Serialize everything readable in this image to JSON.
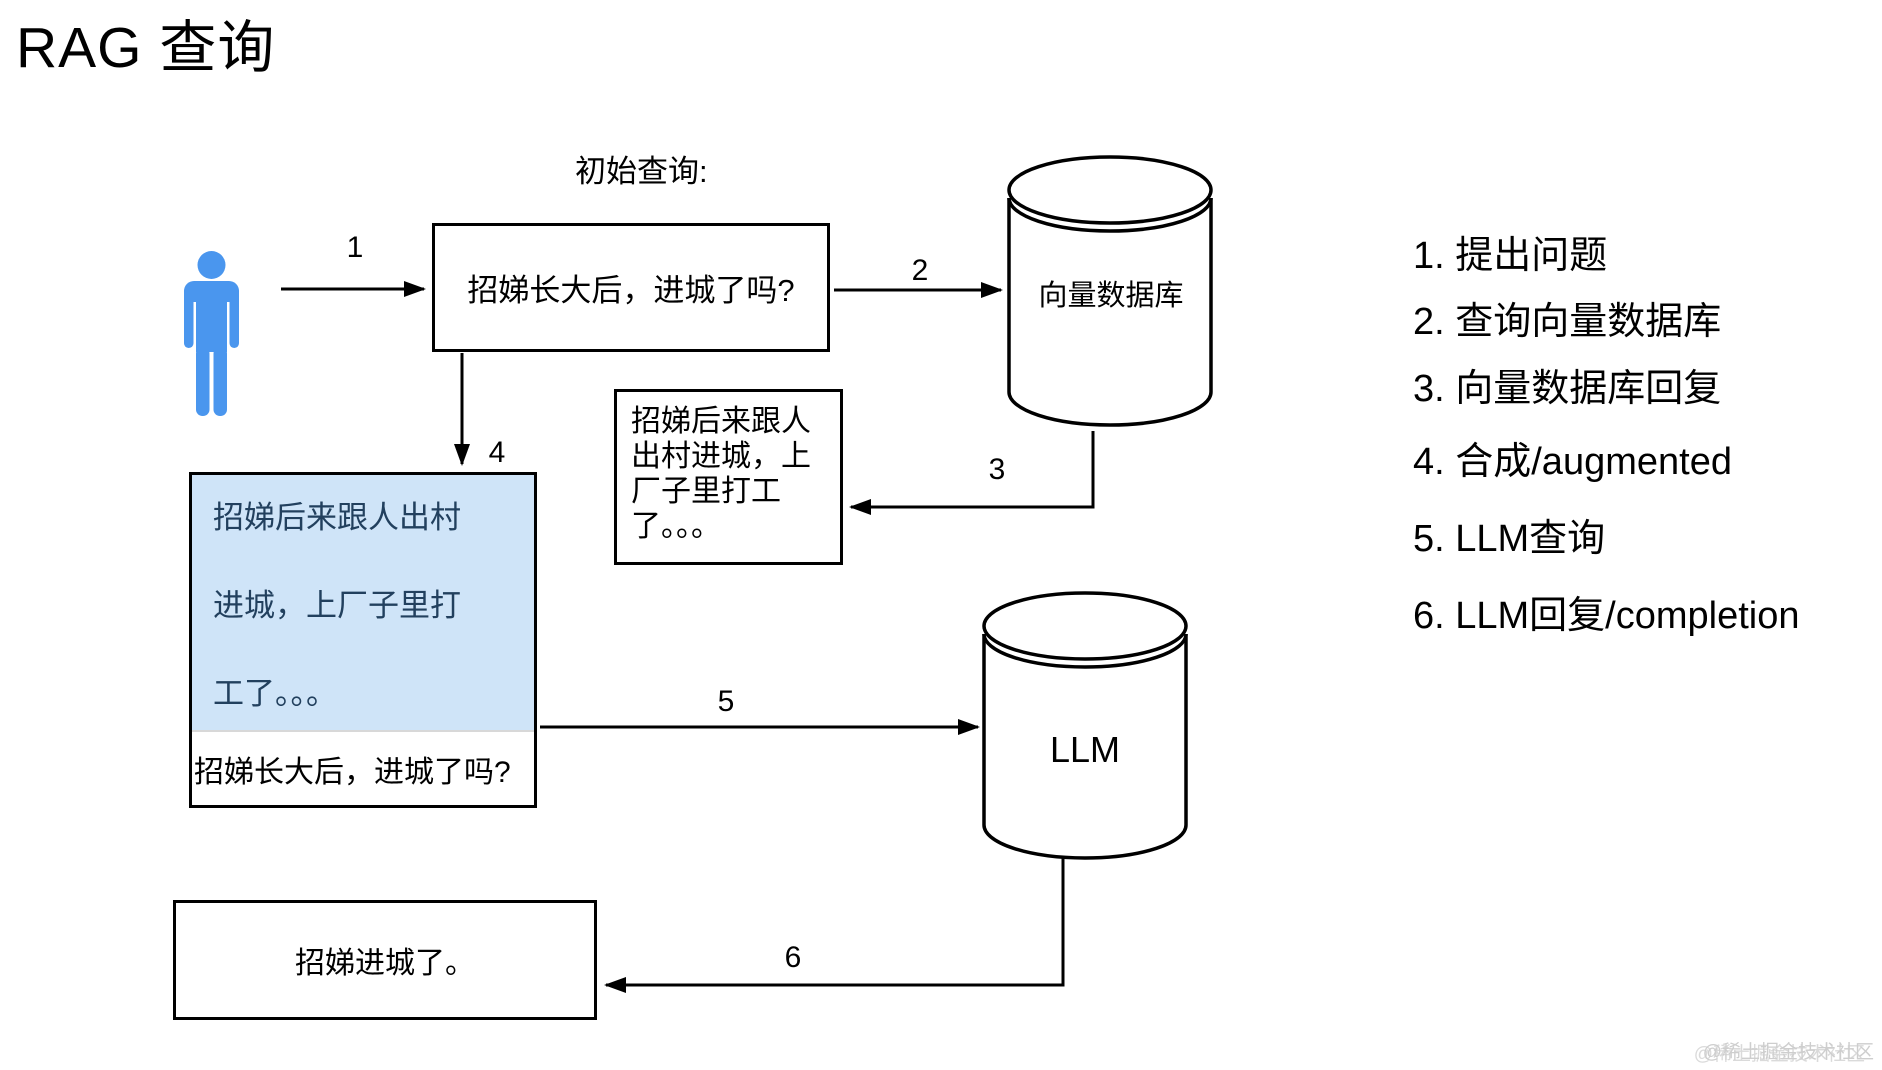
{
  "title": "RAG 查询",
  "diagram": {
    "initial_query_label": "初始查询:",
    "step_labels": [
      "1",
      "2",
      "3",
      "4",
      "5",
      "6"
    ],
    "query_box": {
      "text": "招娣长大后，进城了吗?"
    },
    "vector_db_label": "向量数据库",
    "retrieved_box_lines": [
      "招娣后来跟人",
      "出村进城，上",
      "厂子里打工",
      "了。。。"
    ],
    "augmented_box": {
      "context_lines": [
        "招娣后来跟人出村",
        "进城，上厂子里打",
        "工了。。。"
      ],
      "question": "招娣长大后，进城了吗?"
    },
    "llm_label": "LLM",
    "result_box": {
      "text": "招娣进城了。"
    }
  },
  "legend": {
    "items": [
      "1. 提出问题",
      "2. 查询向量数据库",
      "3. 向量数据库回复",
      "4. 合成/augmented",
      "5. LLM查询",
      "6. LLM回复/completion"
    ]
  },
  "watermark": "@稀土掘金技术社区",
  "colors": {
    "person_blue": "#4a96ee",
    "augmented_bg": "#cfe4f8",
    "augmented_text": "#22405e",
    "line_black": "#000000",
    "watermark_gray": "#c6c6c6"
  }
}
